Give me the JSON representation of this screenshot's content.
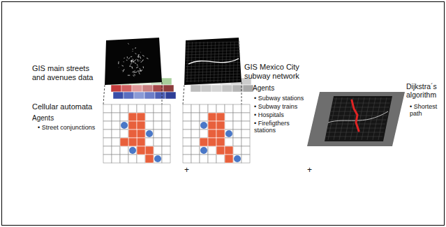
{
  "diagram": {
    "labels": [
      "GIS main streets and avenues data",
      "Cellular automata",
      "Agents",
      "• Street conjunctions",
      "+",
      "GIS Mexico City subway network",
      "Agents",
      "• Subway stations",
      "• Subway trains",
      "• Hospitals",
      "• Firefigthers stations",
      "+",
      "Dijkstra´s algorithm",
      "• Shortest path"
    ]
  }
}
